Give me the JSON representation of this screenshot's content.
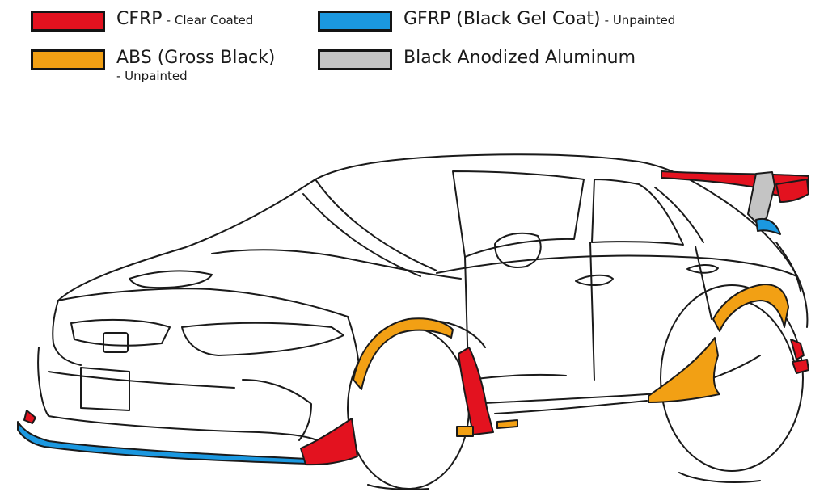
{
  "legend": {
    "cfrp": {
      "label": "CFRP",
      "note": "- Clear Coated",
      "color": "#e3121f"
    },
    "gfrp": {
      "label": "GFRP (Black Gel Coat)",
      "note": "- Unpainted",
      "color": "#1b98e0"
    },
    "abs": {
      "label": "ABS (Gross Black)",
      "note": "- Unpainted",
      "color": "#f2a014"
    },
    "alu": {
      "label": "Black Anodized Aluminum",
      "color": "#c4c4c4"
    }
  },
  "drawing": {
    "outline_color": "#1a1a1a"
  }
}
